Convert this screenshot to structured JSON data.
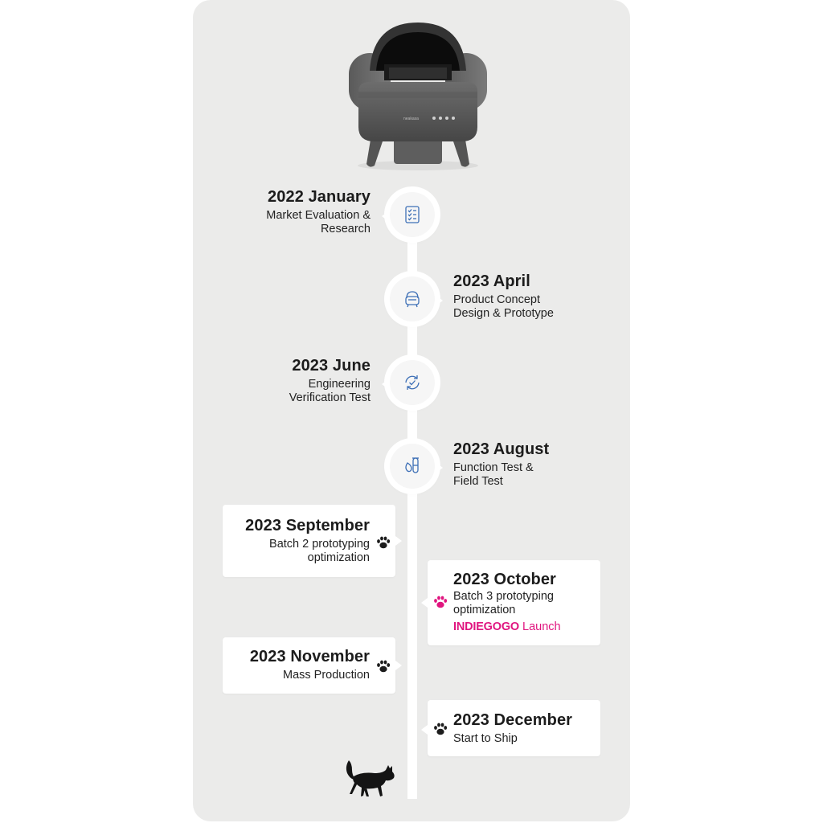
{
  "colors": {
    "panel": "#ebebea",
    "text": "#1c1c1c",
    "accent": "#e0157f",
    "track": "#ffffff"
  },
  "milestones": [
    {
      "title": "2022 January",
      "desc": [
        "Market Evaluation &",
        "Research"
      ],
      "icon": "checklist-icon"
    },
    {
      "title": "2023 April",
      "desc": [
        "Product Concept",
        "Design & Prototype"
      ],
      "icon": "litter-box-icon"
    },
    {
      "title": "2023 June",
      "desc": [
        "Engineering",
        "Verification Test"
      ],
      "icon": "cycle-check-icon"
    },
    {
      "title": "2023 August",
      "desc": [
        "Function Test &",
        "Field Test"
      ],
      "icon": "test-tube-icon"
    }
  ],
  "cards": [
    {
      "title": "2023 September",
      "desc": [
        "Batch 2 prototyping",
        "optimization"
      ],
      "icon": "paw-icon"
    },
    {
      "title": "2023 October",
      "desc": [
        "Batch 3 prototyping",
        "optimization"
      ],
      "brand": "INDIEGOGO",
      "brand_suffix": "Launch",
      "icon": "paw-icon"
    },
    {
      "title": "2023 November",
      "desc": [
        "Mass Production"
      ],
      "icon": "paw-icon"
    },
    {
      "title": "2023 December",
      "desc": [
        "Start to Ship"
      ],
      "icon": "paw-icon"
    }
  ],
  "product": {
    "brand_mark": "neakasa",
    "image": "self-cleaning-litter-box"
  },
  "end_figure": "walking-cat-silhouette"
}
